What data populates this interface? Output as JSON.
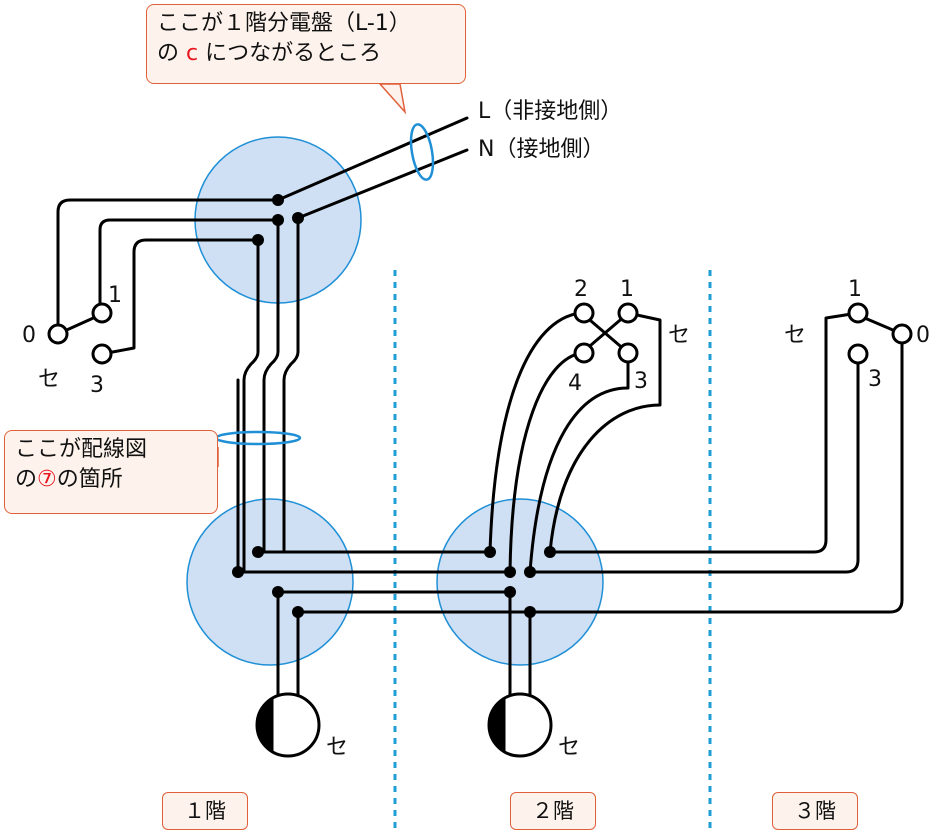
{
  "callout_top": {
    "line1": "ここが１階分電盤（L-1）",
    "line2_pre": "の ",
    "line2_accent": "c",
    "line2_post": " につながるところ"
  },
  "callout_mid": {
    "line1": "ここが配線図",
    "line2_pre": "の",
    "line2_accent": "⑦",
    "line2_post": "の箇所"
  },
  "supply": {
    "l_label": "L（非接地側）",
    "n_label": "N（接地側）"
  },
  "switch_f1": {
    "t0": "0",
    "t1": "1",
    "t3": "3",
    "mark": "セ"
  },
  "switch_f2": {
    "t1": "1",
    "t2": "2",
    "t3": "3",
    "t4": "4",
    "mark": "セ"
  },
  "switch_f3": {
    "t0": "0",
    "t1": "1",
    "t3": "3",
    "mark": "セ"
  },
  "lamps": {
    "lamp1_mark": "セ",
    "lamp2_mark": "セ"
  },
  "floors": [
    "１階",
    "２階",
    "３階"
  ],
  "colors": {
    "wire": "#000000",
    "box_fill": "#cfe0f4",
    "box_stroke": "#1f8fd6",
    "divider": "#1f9ed6",
    "callout_border": "#e0603a",
    "callout_fill": "#fdf3ec",
    "accent": "#e8161e"
  }
}
